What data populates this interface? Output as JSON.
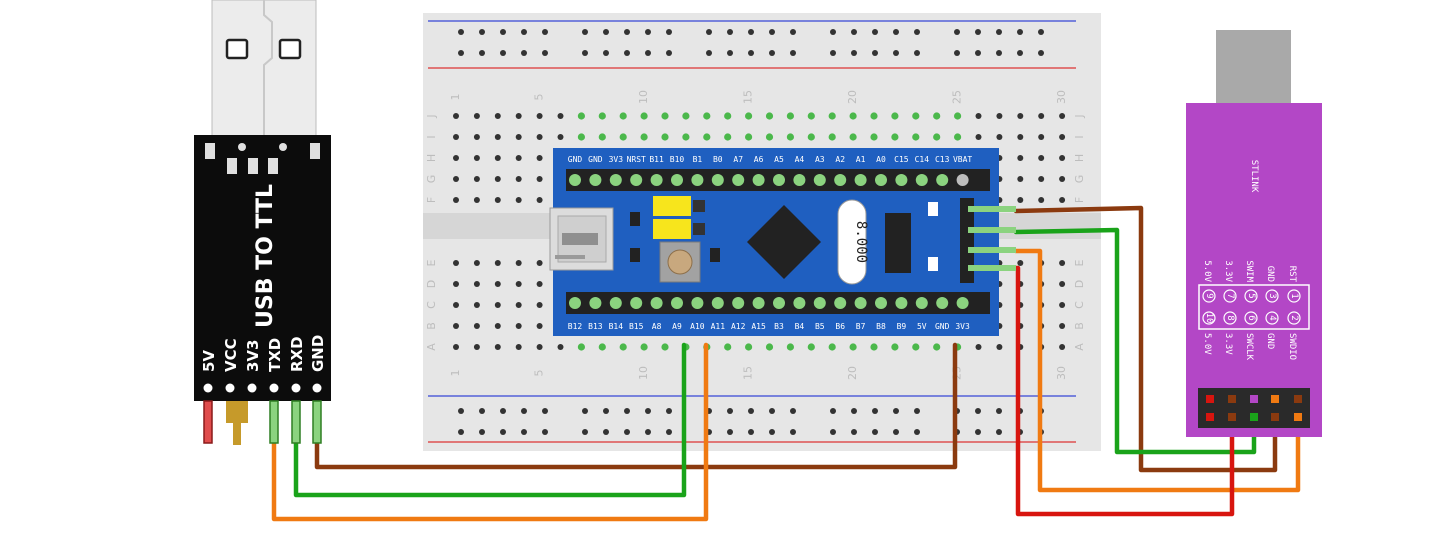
{
  "usb_ttl": {
    "title": "USB TO TTL",
    "pins": [
      "5V",
      "VCC",
      "3V3",
      "TXD",
      "RXD",
      "GND"
    ]
  },
  "breadboard": {
    "column_numbers": [
      "1",
      "5",
      "10",
      "15",
      "20",
      "25",
      "30"
    ],
    "row_letters_top": [
      "J",
      "I",
      "H",
      "G",
      "F"
    ],
    "row_letters_bottom": [
      "E",
      "D",
      "C",
      "B",
      "A"
    ]
  },
  "bluepill": {
    "top_pins": [
      "GND",
      "GND",
      "3V3",
      "NRST",
      "B11",
      "B10",
      "B1",
      "B0",
      "A7",
      "A6",
      "A5",
      "A4",
      "A3",
      "A2",
      "A1",
      "A0",
      "C15",
      "C14",
      "C13",
      "VBAT"
    ],
    "bottom_pins": [
      "B12",
      "B13",
      "B14",
      "B15",
      "A8",
      "A9",
      "A10",
      "A11",
      "A12",
      "A15",
      "B3",
      "B4",
      "B5",
      "B6",
      "B7",
      "B8",
      "B9",
      "5V",
      "GND",
      "3V3"
    ],
    "crystal_label": "8.000"
  },
  "stlink": {
    "title": "STLINK",
    "top_labels": [
      "RST",
      "GND",
      "SWIM",
      "3.3V",
      "5.0V"
    ],
    "top_numbers": [
      "1",
      "3",
      "5",
      "7",
      "9"
    ],
    "bottom_numbers": [
      "2",
      "4",
      "6",
      "8",
      "10"
    ],
    "bottom_labels": [
      "SWDIO",
      "GND",
      "SWCLK",
      "3.3V",
      "5.0V"
    ]
  },
  "colors": {
    "wire_brown": "#8b3a0f",
    "wire_green": "#1aa31a",
    "wire_orange": "#f07a12",
    "wire_red": "#d8150f",
    "board_blue": "#1f5fc0",
    "stlink_purple": "#b347c6"
  }
}
